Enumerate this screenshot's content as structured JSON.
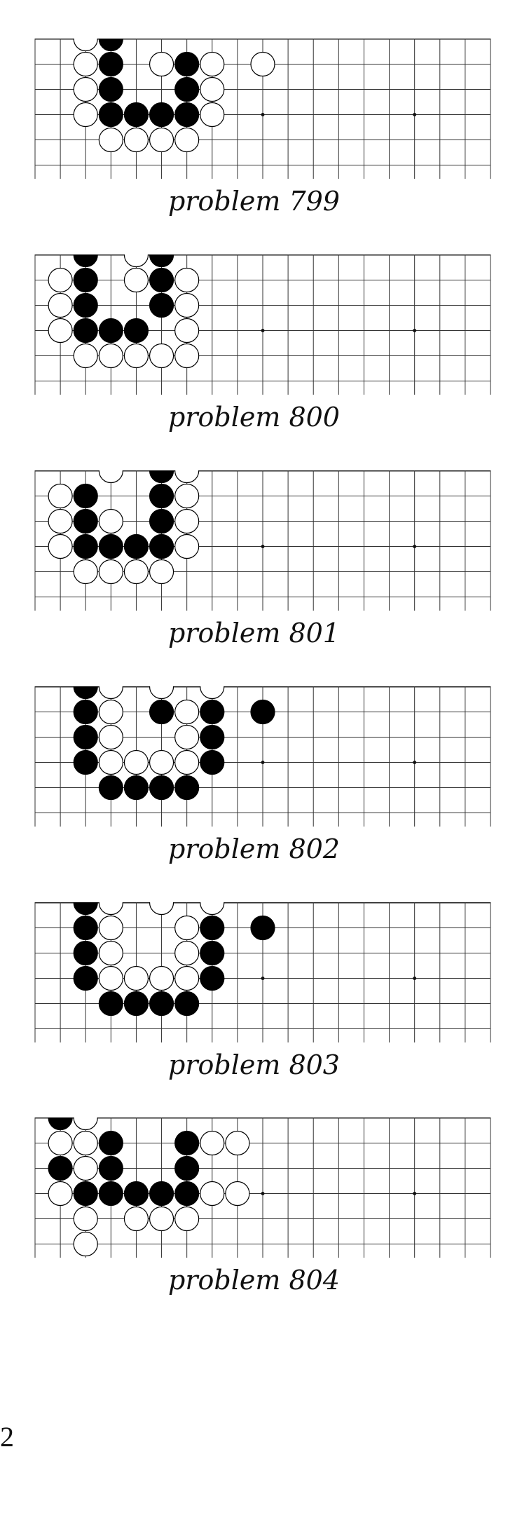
{
  "page": {
    "number": "2"
  },
  "problems": [
    {
      "caption": "problem 799",
      "black": [
        [
          3,
          0
        ],
        [
          3,
          1
        ],
        [
          6,
          1
        ],
        [
          3,
          2
        ],
        [
          6,
          2
        ],
        [
          3,
          3
        ],
        [
          4,
          3
        ],
        [
          5,
          3
        ],
        [
          6,
          3
        ]
      ],
      "white": [
        [
          2,
          0
        ],
        [
          2,
          1
        ],
        [
          5,
          1
        ],
        [
          7,
          1
        ],
        [
          9,
          1
        ],
        [
          2,
          2
        ],
        [
          7,
          2
        ],
        [
          2,
          3
        ],
        [
          7,
          3
        ],
        [
          3,
          4
        ],
        [
          4,
          4
        ],
        [
          5,
          4
        ],
        [
          6,
          4
        ]
      ]
    },
    {
      "caption": "problem 800",
      "black": [
        [
          2,
          0
        ],
        [
          5,
          0
        ],
        [
          2,
          1
        ],
        [
          5,
          1
        ],
        [
          2,
          2
        ],
        [
          5,
          2
        ],
        [
          2,
          3
        ],
        [
          3,
          3
        ],
        [
          4,
          3
        ]
      ],
      "white": [
        [
          4,
          0
        ],
        [
          1,
          1
        ],
        [
          4,
          1
        ],
        [
          6,
          1
        ],
        [
          1,
          2
        ],
        [
          6,
          2
        ],
        [
          1,
          3
        ],
        [
          6,
          3
        ],
        [
          2,
          4
        ],
        [
          3,
          4
        ],
        [
          4,
          4
        ],
        [
          5,
          4
        ],
        [
          6,
          4
        ]
      ]
    },
    {
      "caption": "problem 801",
      "black": [
        [
          5,
          0
        ],
        [
          2,
          1
        ],
        [
          5,
          1
        ],
        [
          2,
          2
        ],
        [
          5,
          2
        ],
        [
          2,
          3
        ],
        [
          3,
          3
        ],
        [
          4,
          3
        ],
        [
          5,
          3
        ]
      ],
      "white": [
        [
          3,
          0
        ],
        [
          6,
          0
        ],
        [
          1,
          1
        ],
        [
          6,
          1
        ],
        [
          1,
          2
        ],
        [
          3,
          2
        ],
        [
          6,
          2
        ],
        [
          1,
          3
        ],
        [
          6,
          3
        ],
        [
          2,
          4
        ],
        [
          3,
          4
        ],
        [
          4,
          4
        ],
        [
          5,
          4
        ]
      ]
    },
    {
      "caption": "problem 802",
      "black": [
        [
          2,
          0
        ],
        [
          2,
          1
        ],
        [
          5,
          1
        ],
        [
          7,
          1
        ],
        [
          9,
          1
        ],
        [
          2,
          2
        ],
        [
          7,
          2
        ],
        [
          2,
          3
        ],
        [
          7,
          3
        ],
        [
          3,
          4
        ],
        [
          4,
          4
        ],
        [
          5,
          4
        ],
        [
          6,
          4
        ]
      ],
      "white": [
        [
          3,
          0
        ],
        [
          5,
          0
        ],
        [
          7,
          0
        ],
        [
          3,
          1
        ],
        [
          6,
          1
        ],
        [
          3,
          2
        ],
        [
          6,
          2
        ],
        [
          3,
          3
        ],
        [
          4,
          3
        ],
        [
          5,
          3
        ],
        [
          6,
          3
        ]
      ]
    },
    {
      "caption": "problem 803",
      "black": [
        [
          2,
          0
        ],
        [
          2,
          1
        ],
        [
          7,
          1
        ],
        [
          9,
          1
        ],
        [
          2,
          2
        ],
        [
          7,
          2
        ],
        [
          2,
          3
        ],
        [
          7,
          3
        ],
        [
          3,
          4
        ],
        [
          4,
          4
        ],
        [
          5,
          4
        ],
        [
          6,
          4
        ]
      ],
      "white": [
        [
          3,
          0
        ],
        [
          5,
          0
        ],
        [
          7,
          0
        ],
        [
          3,
          1
        ],
        [
          6,
          1
        ],
        [
          3,
          2
        ],
        [
          6,
          2
        ],
        [
          3,
          3
        ],
        [
          4,
          3
        ],
        [
          5,
          3
        ],
        [
          6,
          3
        ]
      ]
    },
    {
      "caption": "problem 804",
      "black": [
        [
          1,
          0
        ],
        [
          3,
          1
        ],
        [
          6,
          1
        ],
        [
          1,
          2
        ],
        [
          3,
          2
        ],
        [
          6,
          2
        ],
        [
          2,
          3
        ],
        [
          3,
          3
        ],
        [
          4,
          3
        ],
        [
          5,
          3
        ],
        [
          6,
          3
        ]
      ],
      "white": [
        [
          2,
          0
        ],
        [
          1,
          1
        ],
        [
          2,
          1
        ],
        [
          7,
          1
        ],
        [
          8,
          1
        ],
        [
          2,
          2
        ],
        [
          1,
          3
        ],
        [
          7,
          3
        ],
        [
          8,
          3
        ],
        [
          2,
          4
        ],
        [
          4,
          4
        ],
        [
          5,
          4
        ],
        [
          6,
          4
        ],
        [
          2,
          5
        ]
      ]
    }
  ]
}
